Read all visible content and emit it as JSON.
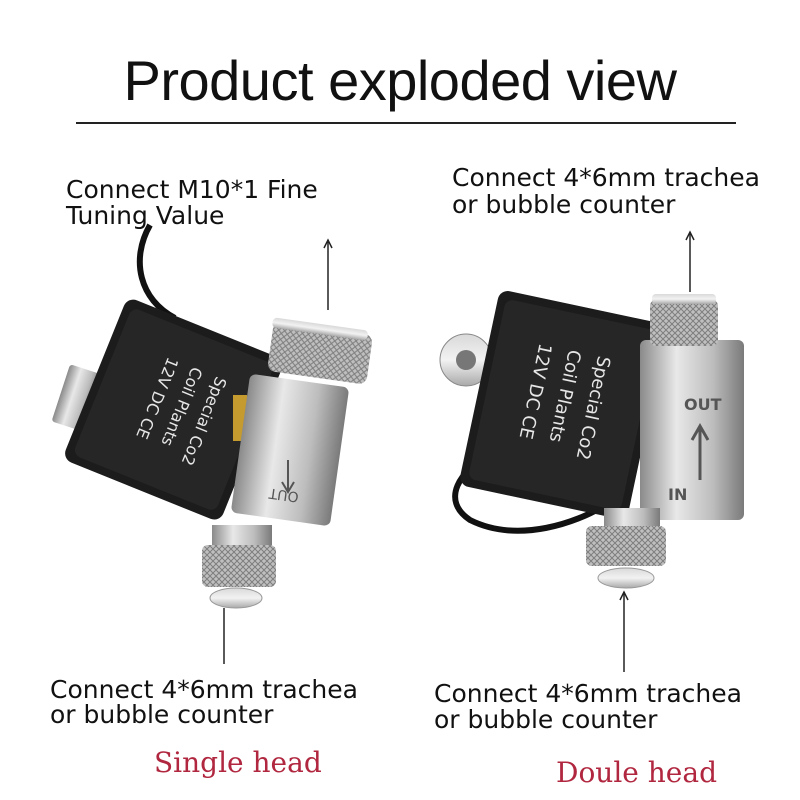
{
  "title": "Product exploded view",
  "left": {
    "top_label_line1": "Connect M10*1 Fine",
    "top_label_line2": "Tuning Value",
    "bottom_label_line1": "Connect 4*6mm trachea",
    "bottom_label_line2": "or bubble counter",
    "caption": "Single head",
    "coil_text": [
      "Special Co2",
      "Coil Plants",
      "12V  DC CE"
    ],
    "body_marking": "OUT"
  },
  "right": {
    "top_label_line1": "Connect 4*6mm trachea",
    "top_label_line2": "or bubble counter",
    "bottom_label_line1": "Connect 4*6mm trachea",
    "bottom_label_line2": "or bubble counter",
    "caption": "Doule head",
    "coil_text": [
      "Special Co2",
      "Coil Plants",
      "12V  DC CE"
    ],
    "body_out": "OUT",
    "body_in": "IN"
  },
  "colors": {
    "caption": "#b0273f",
    "coil": "#1b1b1b",
    "metal": "#c9c9c9"
  }
}
